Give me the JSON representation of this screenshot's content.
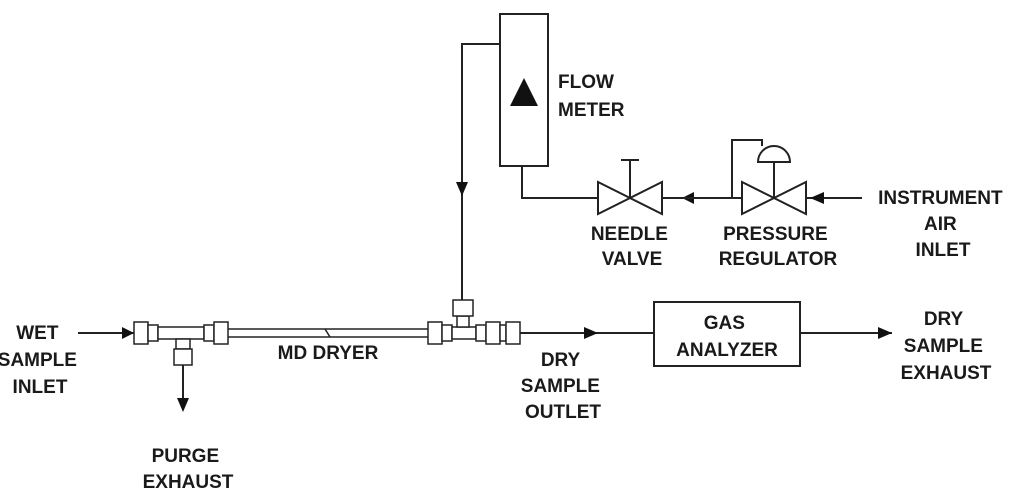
{
  "labels": {
    "flow_meter": [
      "FLOW",
      "METER"
    ],
    "needle_valve": [
      "NEEDLE",
      "VALVE"
    ],
    "pressure_regulator": [
      "PRESSURE",
      "REGULATOR"
    ],
    "instrument_air_inlet": [
      "INSTRUMENT",
      "AIR",
      "INLET"
    ],
    "wet_sample_inlet": [
      "WET",
      "SAMPLE",
      "INLET"
    ],
    "md_dryer": "MD DRYER",
    "purge_exhaust": [
      "PURGE",
      "EXHAUST"
    ],
    "dry_sample_outlet": [
      "DRY",
      "SAMPLE",
      "OUTLET"
    ],
    "gas_analyzer": [
      "GAS",
      "ANALYZER"
    ],
    "dry_sample_exhaust": [
      "DRY",
      "SAMPLE",
      "EXHAUST"
    ]
  }
}
